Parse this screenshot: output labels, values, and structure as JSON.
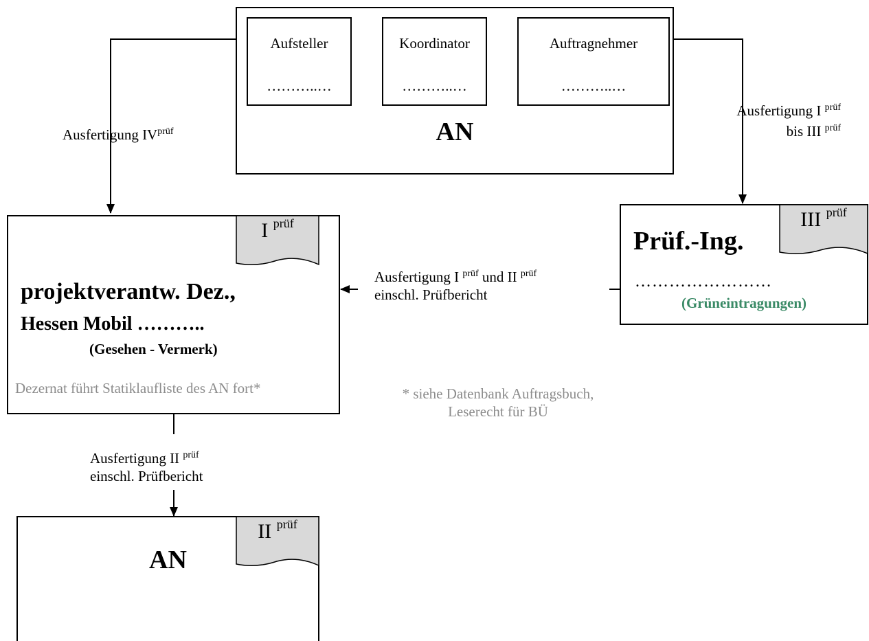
{
  "an_top": {
    "steps": [
      {
        "title": "Aufsteller",
        "dots": "………..…"
      },
      {
        "title": "Koordinator",
        "dots": "………..…"
      },
      {
        "title": "Auftragnehmer",
        "dots": "………..…"
      }
    ],
    "label": "AN"
  },
  "edges": {
    "left": {
      "text": "Ausfertigung IV",
      "sup": "prüf"
    },
    "right": {
      "line1": "Ausfertigung I",
      "sup1": "prüf",
      "line2": "bis III",
      "sup2": "prüf"
    },
    "middle": {
      "text_a": "Ausfertigung I",
      "sup_a": "prüf",
      "text_b": " und  II",
      "sup_b": "prüf",
      "line2": "einschl. Prüfbericht"
    },
    "bottom": {
      "line1": "Ausfertigung II",
      "sup1": "prüf",
      "line2": "einschl. Prüfbericht"
    }
  },
  "dezernat": {
    "tag": {
      "roman": "I",
      "sup": "prüf"
    },
    "title": "projektverantw. Dez.,",
    "subtitle": "Hessen Mobil  ………..",
    "note": "(Gesehen - Vermerk)",
    "footer": "Dezernat führt Statiklaufliste des AN fort*"
  },
  "pruefing": {
    "tag": {
      "roman": "III",
      "sup": "prüf"
    },
    "title": "Prüf.-Ing.",
    "dots": "……………………",
    "note": "(Grüneintragungen)"
  },
  "footnote": {
    "line1": "* siehe Datenbank Auftragsbuch,",
    "line2": "Leserecht für BÜ"
  },
  "an_bottom": {
    "tag": {
      "roman": "II",
      "sup": "prüf"
    },
    "label": "AN"
  },
  "colors": {
    "grey_text": "#8c8c8c",
    "green_text": "#3a8a66",
    "tag_fill": "#d9d9d9"
  }
}
